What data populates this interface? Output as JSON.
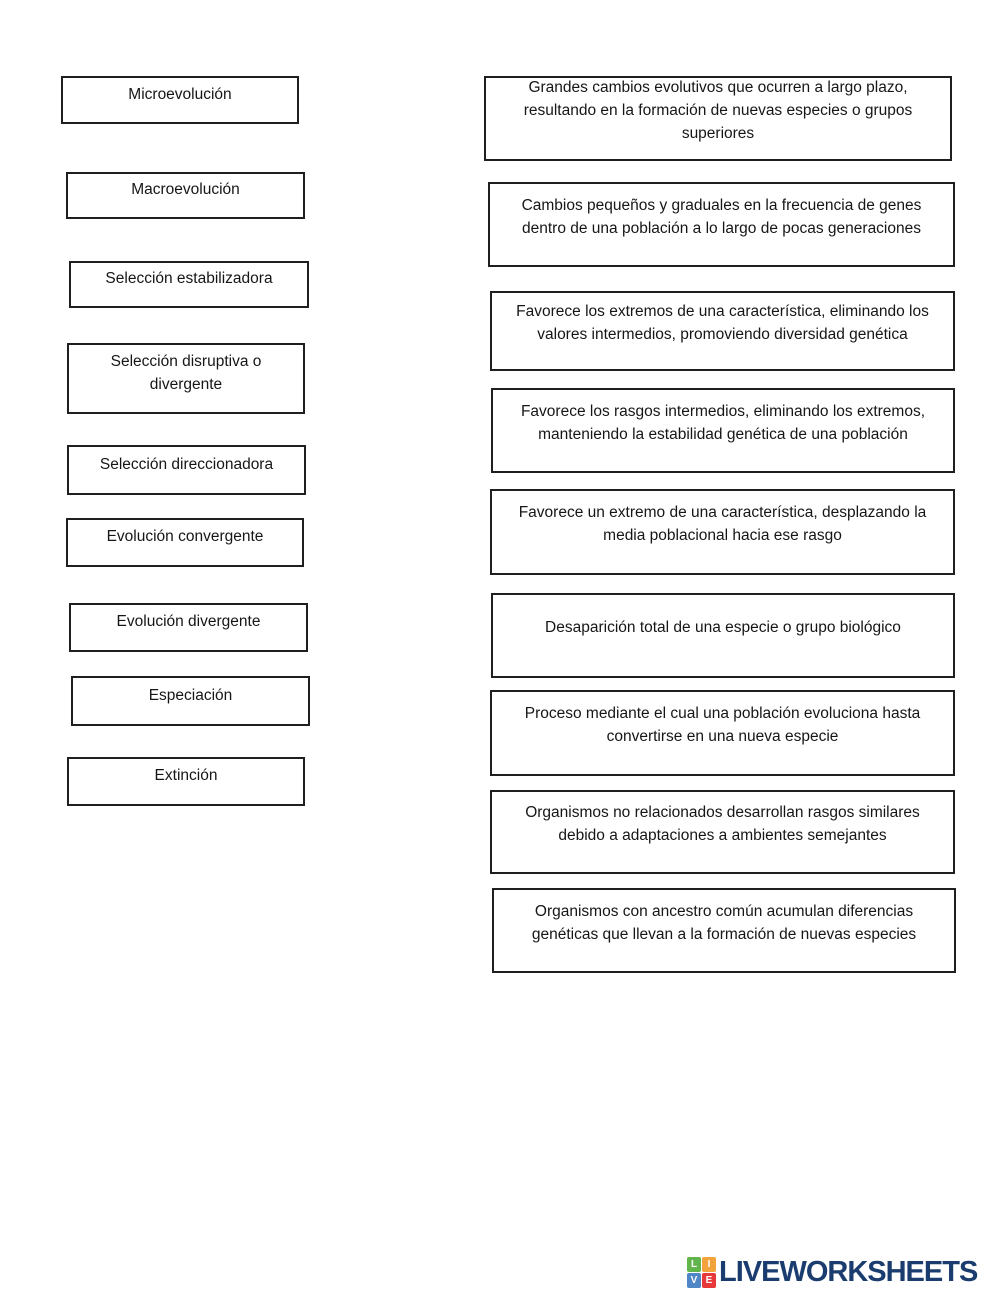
{
  "terms": [
    {
      "label": "Microevolución"
    },
    {
      "label": "Macroevolución"
    },
    {
      "label": "Selección estabilizadora"
    },
    {
      "label": "Selección disruptiva o divergente"
    },
    {
      "label": "Selección direccionadora"
    },
    {
      "label": "Evolución convergente"
    },
    {
      "label": "Evolución divergente"
    },
    {
      "label": "Especiación"
    },
    {
      "label": "Extinción"
    }
  ],
  "definitions": [
    {
      "text": "Grandes cambios evolutivos que ocurren a largo plazo, resultando en la formación de nuevas especies o grupos superiores"
    },
    {
      "text": "Cambios pequeños y graduales en la frecuencia de genes dentro de una población a lo largo de pocas generaciones"
    },
    {
      "text": "Favorece los extremos de una característica, eliminando los valores intermedios, promoviendo diversidad genética"
    },
    {
      "text": "Favorece los rasgos intermedios, eliminando los extremos, manteniendo la estabilidad genética de una población"
    },
    {
      "text": "Favorece un extremo de una característica, desplazando la media poblacional hacia ese rasgo"
    },
    {
      "text": "Desaparición total de una especie o grupo biológico"
    },
    {
      "text": "Proceso mediante el cual una población evoluciona hasta convertirse en una nueva especie"
    },
    {
      "text": "Organismos no relacionados desarrollan rasgos similares debido a adaptaciones a ambientes semejantes"
    },
    {
      "text": "Organismos con ancestro común acumulan diferencias genéticas que llevan a la formación de nuevas especies"
    }
  ],
  "footer": {
    "logo_text": "LIVEWORKSHEETS",
    "brand_color": "#1b3c6e",
    "logo_tiles": [
      {
        "letter": "L",
        "color": "#62b54a"
      },
      {
        "letter": "I",
        "color": "#f2a33c"
      },
      {
        "letter": "V",
        "color": "#4f86c6"
      },
      {
        "letter": "E",
        "color": "#e8393a"
      }
    ]
  }
}
